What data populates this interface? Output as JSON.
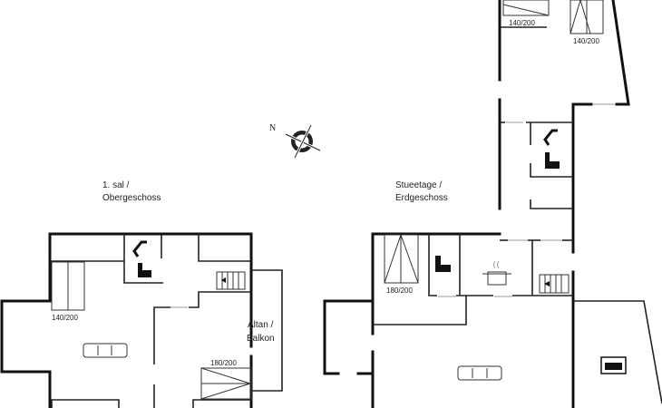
{
  "compass": {
    "north_label": "N"
  },
  "floors": {
    "upper": {
      "title_line1": "1. sal /",
      "title_line2": "Obergeschoss",
      "balcony_line1": "Altan /",
      "balcony_line2": "Balkon",
      "bed_sizes": [
        "140/200",
        "180/200"
      ]
    },
    "ground": {
      "title_line1": "Stueetage /",
      "title_line2": "Erdgeschoss",
      "bed_sizes": [
        "180/200",
        "140/200",
        "140/200"
      ]
    }
  }
}
